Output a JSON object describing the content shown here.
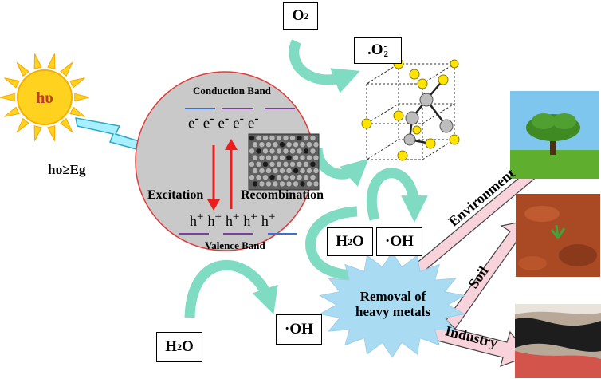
{
  "sun": {
    "label": "hυ",
    "color": "#ffd21f",
    "ray_color": "#f7a800",
    "text_color": "#c0392b"
  },
  "energy_condition": "hυ≥Eg",
  "particle": {
    "conduction_band": "Conduction Band",
    "valence_band": "Valence Band",
    "electrons": [
      "e",
      "e",
      "e",
      "e",
      "e"
    ],
    "electron_charge": "-",
    "holes": [
      "h",
      "h",
      "h",
      "h",
      "h"
    ],
    "hole_charge": "+",
    "excitation": "Excitation",
    "recombination": "Recombination",
    "fill_color": "#c9c9c9",
    "border_color": "#e03a3a"
  },
  "species": {
    "o2": {
      "base": "O",
      "sub": "2"
    },
    "superoxide": {
      "base": ".O",
      "sup": "-",
      "sub": "2"
    },
    "h2o_top": {
      "base": "H",
      "sub": "2",
      "tail": "O"
    },
    "oh_top": "·OH",
    "h2o_bottom": {
      "base": "H",
      "sub": "2",
      "tail": "O"
    },
    "oh_bottom": "·OH"
  },
  "removal": {
    "line1": "Removal of",
    "line2": "heavy metals",
    "color": "#a9dcf3"
  },
  "applications": [
    "Environment",
    "Soil",
    "Industry"
  ],
  "colors": {
    "flow_arrow": "#7fdcc3",
    "app_arrow": "#f8d3dc",
    "red_arrow": "#ee1c1c"
  }
}
